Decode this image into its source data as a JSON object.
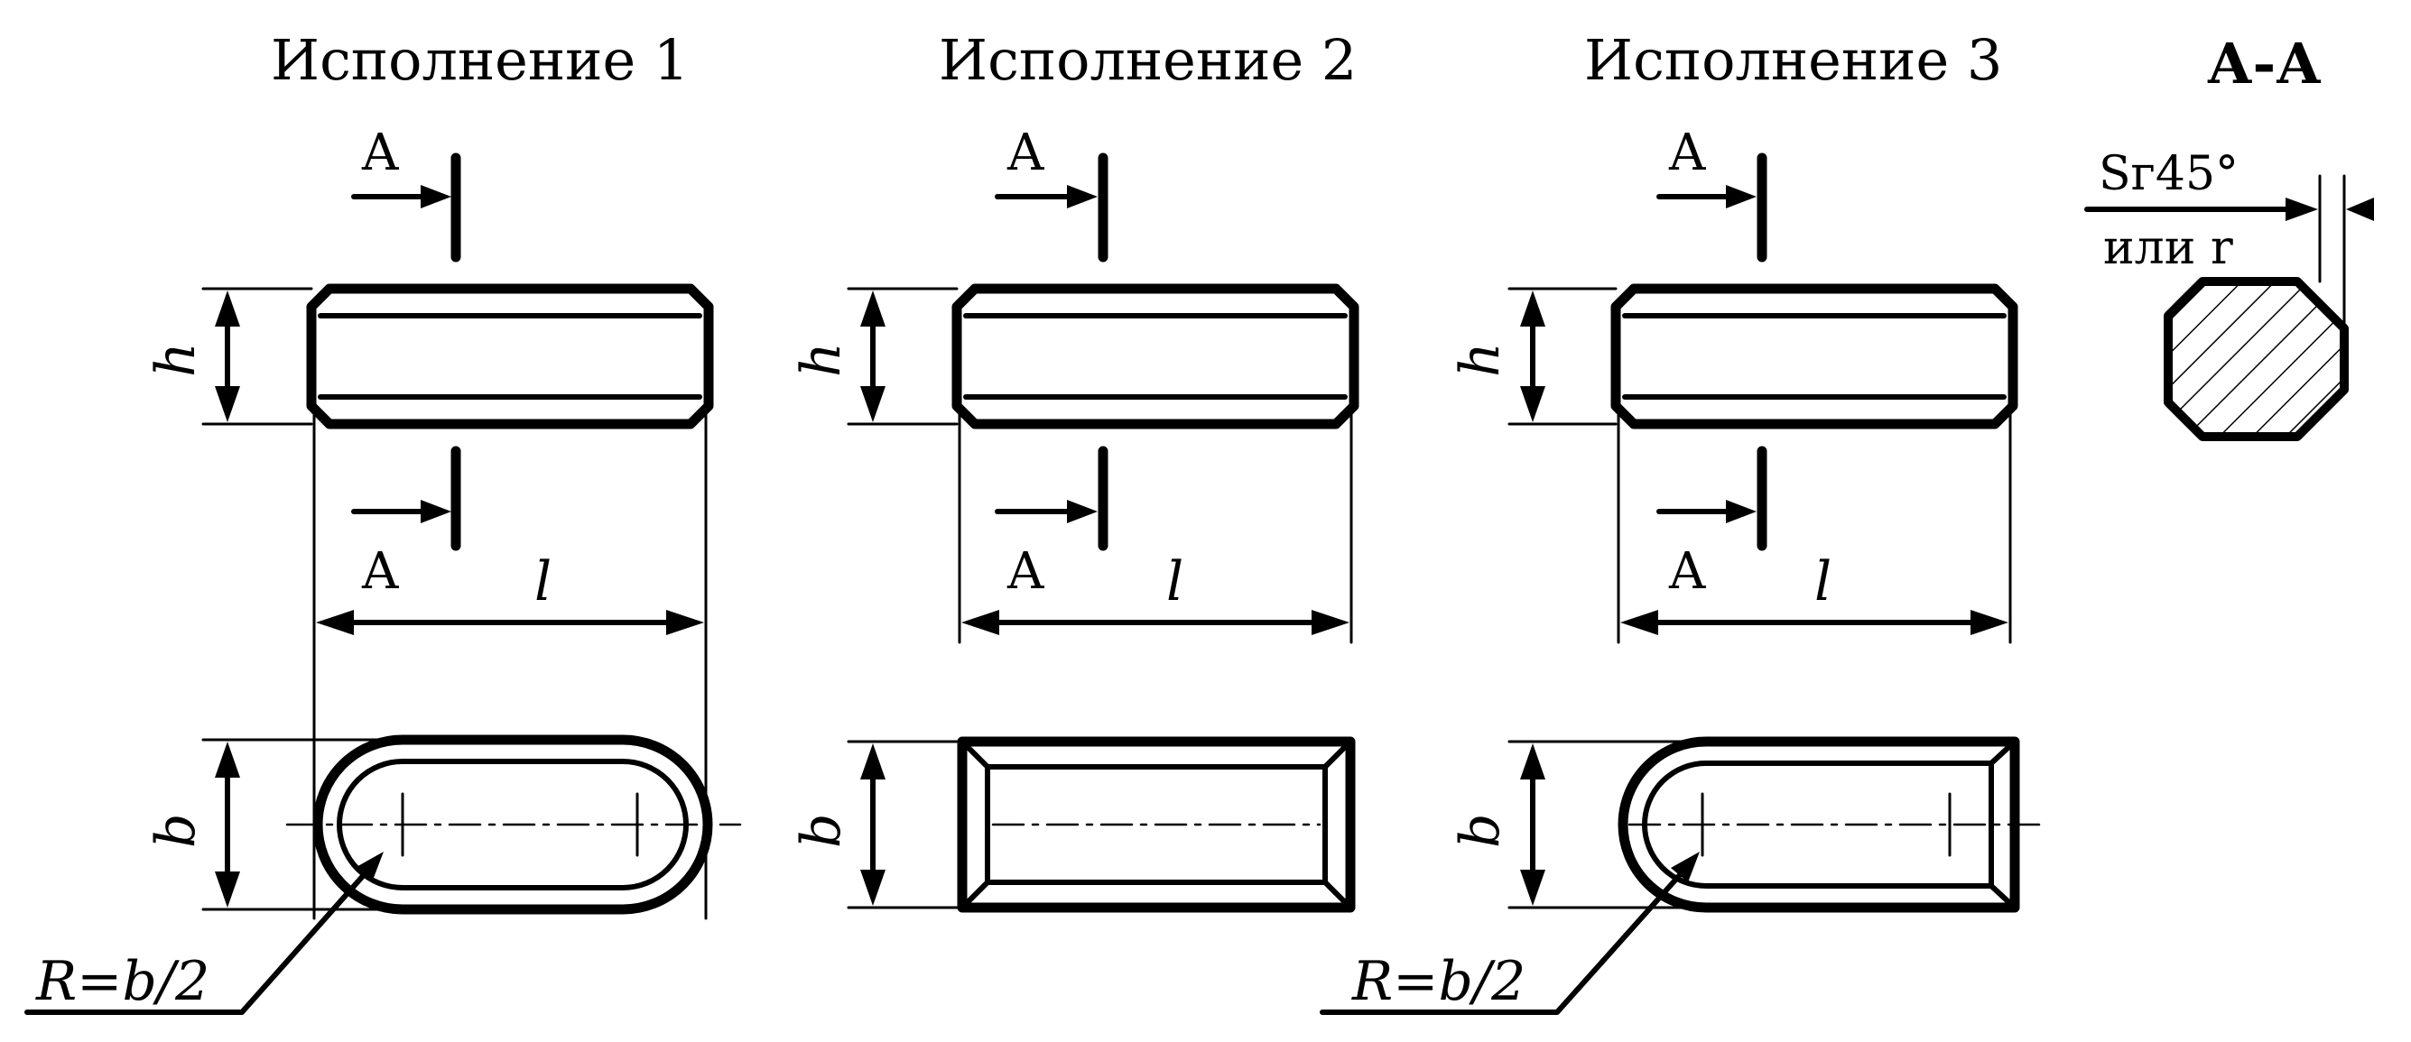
{
  "titles": {
    "v1": "Исполнение 1",
    "v2": "Исполнение 2",
    "v3": "Исполнение 3",
    "section": "А-А"
  },
  "labels": {
    "cut_letter": "А",
    "height": "h",
    "length": "l",
    "width": "b",
    "radius": "R=b/2"
  },
  "section": {
    "chamfer_line1": "Sг45°",
    "chamfer_line2": "или r"
  }
}
